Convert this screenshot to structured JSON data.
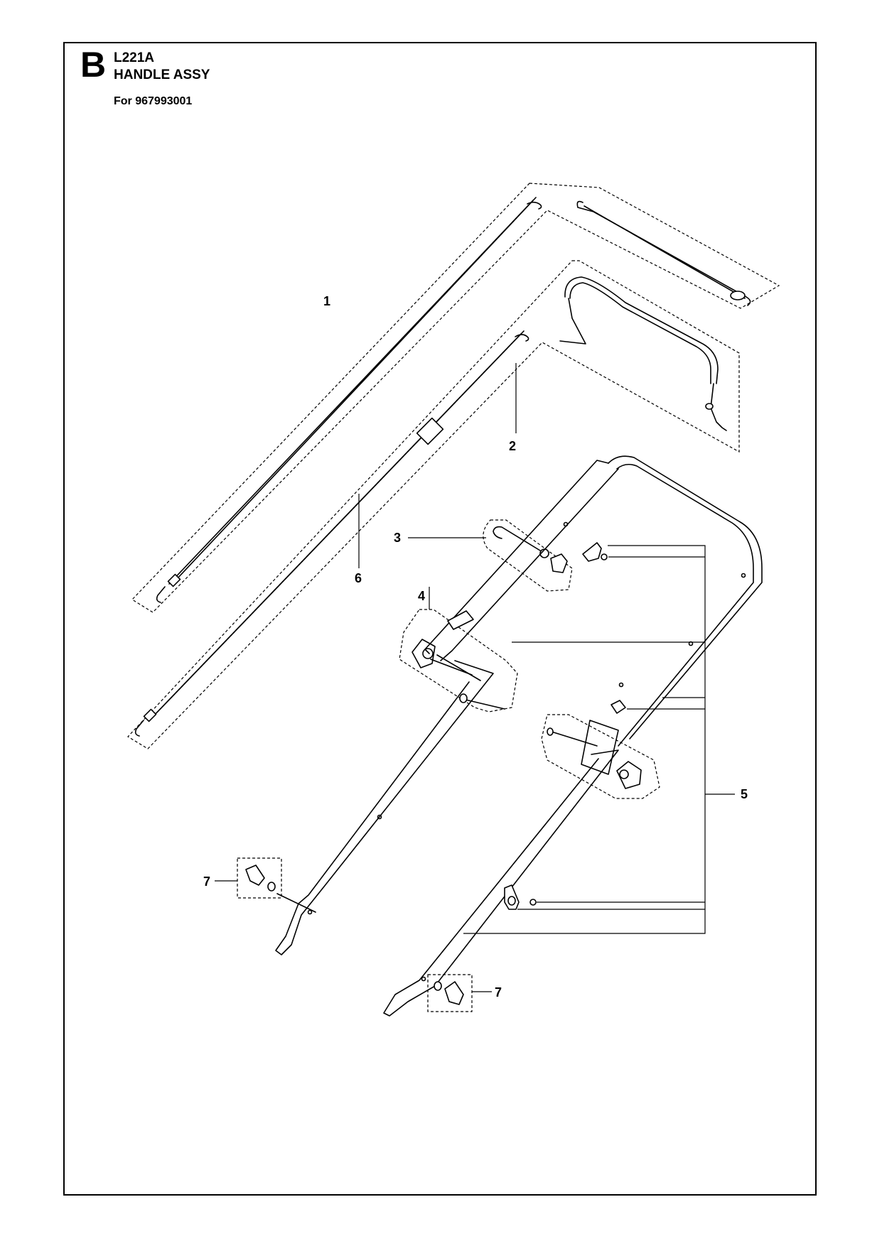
{
  "header": {
    "section_letter": "B",
    "model": "L221A",
    "assembly_title": "HANDLE ASSY",
    "for_line": "For 967993001"
  },
  "callouts": {
    "c1": "1",
    "c2": "2",
    "c3": "3",
    "c4": "4",
    "c5": "5",
    "c6": "6",
    "c7a": "7",
    "c7b": "7"
  }
}
